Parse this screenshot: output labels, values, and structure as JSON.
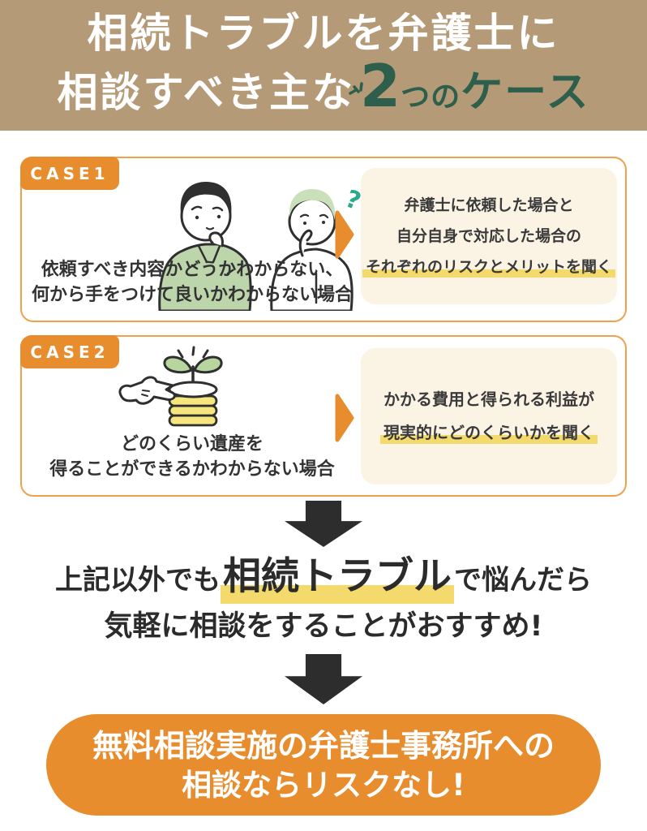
{
  "colors": {
    "header_bg": "#b59a77",
    "accent_green": "#2d5f4c",
    "orange": "#e78d2e",
    "orange_border": "#f0a14c",
    "cream_box": "#fbf4e4",
    "highlight_yellow": "#f4d96d",
    "ink": "#2d2d2d"
  },
  "header": {
    "line1": "相続トラブルを弁護士に",
    "line2_white": "相談すべき主な",
    "line2_number": "2",
    "line2_small": "つの",
    "line2_rest": "ケース"
  },
  "cases": [
    {
      "tab": "CASE1",
      "caption_line1": "依頼すべき内容かどうかわからない、",
      "caption_line2": "何から手をつけて良いかわからない場合",
      "result_line1": "弁護士に依頼した場合と",
      "result_line2": "自分自身で対応した場合の",
      "result_line3": "それぞれのリスクとメリットを聞く",
      "illustration_question_mark": "?"
    },
    {
      "tab": "CASE2",
      "caption_line1": "どのくらい遺産を",
      "caption_line2": "得ることができるかわからない場合",
      "result_line1": "かかる費用と得られる利益が",
      "result_line2": "現実的にどのくらいかを聞く"
    }
  ],
  "conclusion": {
    "pre": "上記以外でも",
    "highlight": "相続トラブル",
    "post": "で悩んだら",
    "line2": "気軽に相談をすることがおすすめ!"
  },
  "cta": {
    "line1": "無料相談実施の弁護士事務所への",
    "line2": "相談ならリスクなし!"
  }
}
